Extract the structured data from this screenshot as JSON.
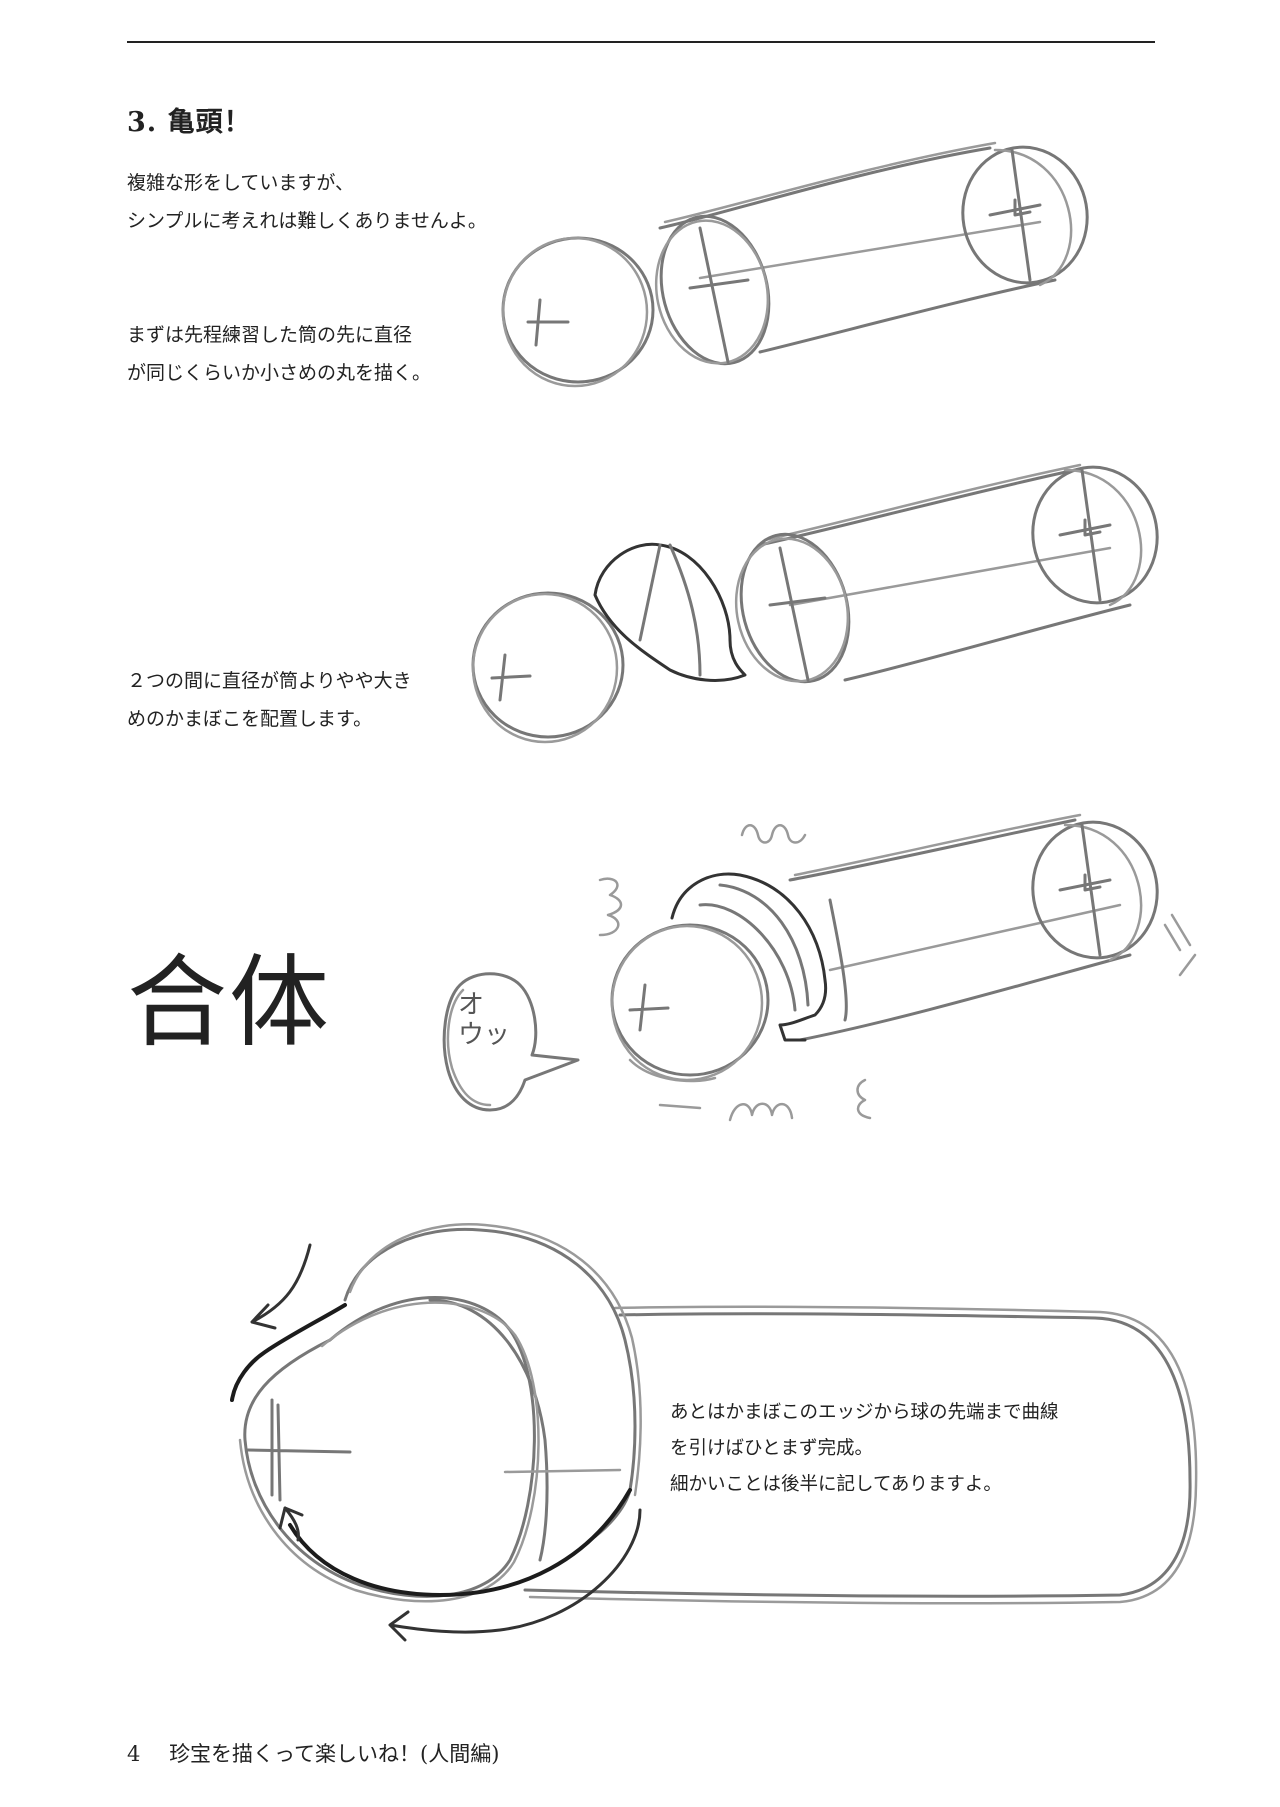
{
  "section": {
    "title": "3. 亀頭！"
  },
  "intro": {
    "line1": "複雑な形をしていますが、",
    "line2": "シンプルに考えれは難しくありませんよ。"
  },
  "step1": {
    "line1": "まずは先程練習した筒の先に直径",
    "line2": "が同じくらいか小さめの丸を描く。"
  },
  "step2": {
    "line1": "２つの間に直径が筒よりやや大き",
    "line2": "めのかまぼこを配置します。"
  },
  "step3": {
    "big_title": "合体",
    "bubble_line1": "オ",
    "bubble_line2": "ウッ"
  },
  "step4": {
    "line1": "あとはかまぼこのエッジから球の先端まで曲線",
    "line2": "を引けばひとまず完成。",
    "line3": "細かいことは後半に記してありますよ。"
  },
  "footer": {
    "page_number": "4",
    "book_title": "珍宝を描くって楽しいね！(人間編)"
  },
  "colors": {
    "text": "#222222",
    "pencil": "#777777",
    "ink": "#1c1c1c"
  }
}
